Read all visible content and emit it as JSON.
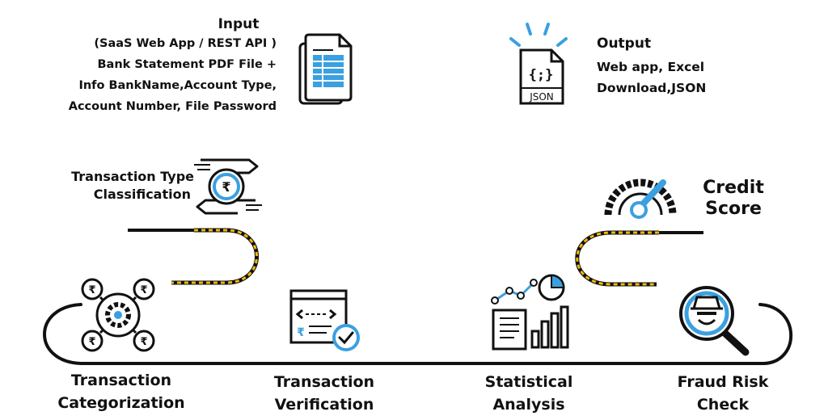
{
  "input": {
    "title": "Input",
    "lines": [
      "(SaaS Web App / REST API )",
      "Bank Statement PDF File +",
      "Info BankName,Account Type,",
      "Account Number, File Password"
    ]
  },
  "output": {
    "title": "Output",
    "lines": [
      "Web app, Excel",
      "Download,JSON"
    ],
    "json_badge": "JSON",
    "json_glyph": "{;}"
  },
  "steps": {
    "categorization": [
      "Transaction",
      "Categorization"
    ],
    "verification": [
      "Transaction",
      "Verification"
    ],
    "analysis": [
      "Statistical",
      "Analysis"
    ],
    "fraud": [
      "Fraud Risk",
      "Check"
    ],
    "classification": [
      "Transaction Type",
      "Classification"
    ],
    "credit": [
      "Credit",
      "Score"
    ]
  },
  "icons": {
    "rupee": "₹"
  },
  "colors": {
    "accent_blue": "#3aa0e0",
    "dash_yellow": "#f2b705",
    "ink": "#111111"
  }
}
